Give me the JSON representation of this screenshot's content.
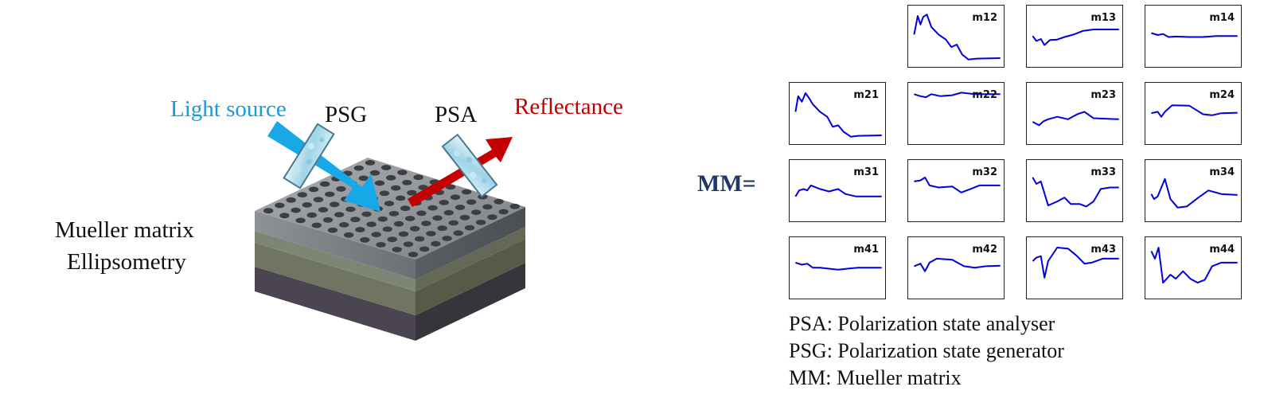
{
  "left": {
    "light_source": "Light source",
    "psg": "PSG",
    "psa": "PSA",
    "reflectance": "Reflectance",
    "method_line1": "Mueller matrix",
    "method_line2": "Ellipsometry"
  },
  "right": {
    "mm_label": "MM=",
    "cells": [
      "m12",
      "m13",
      "m14",
      "m21",
      "m22",
      "m23",
      "m24",
      "m31",
      "m32",
      "m33",
      "m34",
      "m41",
      "m42",
      "m43",
      "m44"
    ],
    "legend": [
      "PSA: Polarization state analyser",
      "PSG: Polarization state generator",
      "MM: Mueller matrix"
    ]
  },
  "colors": {
    "light_source": "#1a9ad6",
    "reflectance": "#c00000",
    "mm_label": "#1f3864",
    "curve": "#0000e0"
  }
}
